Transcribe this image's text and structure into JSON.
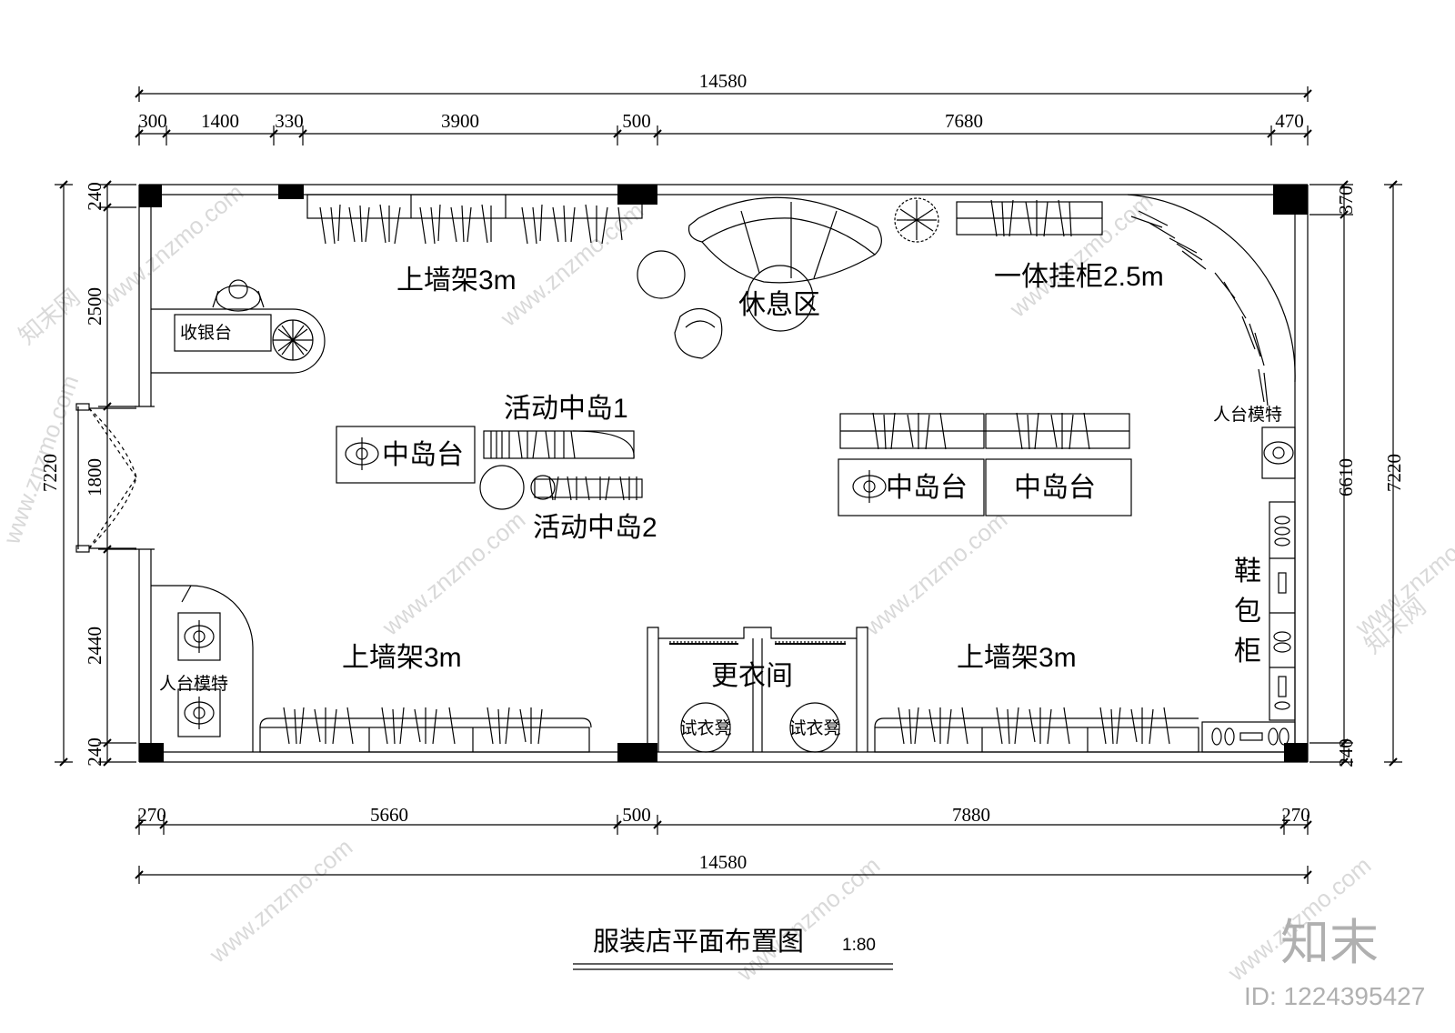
{
  "drawing": {
    "title": "服装店平面布置图",
    "scale": "1:80"
  },
  "dimensions": {
    "top_total": "14580",
    "top_segments": [
      "300",
      "1400",
      "330",
      "3900",
      "500",
      "7680",
      "470"
    ],
    "bottom_segments": [
      "270",
      "5660",
      "500",
      "7880",
      "270"
    ],
    "bottom_total": "14580",
    "left_total": "7220",
    "left_segments": [
      "240",
      "2500",
      "1800",
      "2440",
      "240"
    ],
    "right_segments": [
      "370",
      "6610",
      "240"
    ],
    "right_total": "7220"
  },
  "labels": {
    "wall_rack_top": "上墙架3m",
    "cashier": "收银台",
    "lounge": "休息区",
    "wardrobe": "一体挂柜2.5m",
    "mobile_island_1": "活动中岛1",
    "mobile_island_2": "活动中岛2",
    "island_left": "中岛台",
    "island_right_a": "中岛台",
    "island_right_b": "中岛台",
    "mannequin_right": "人台模特",
    "mannequin_left": "人台模特",
    "shoe_bag_cabinet": "鞋包柜",
    "wall_rack_bottom_left": "上墙架3m",
    "wall_rack_bottom_right": "上墙架3m",
    "fitting_room": "更衣间",
    "fitting_stool_1": "试衣凳",
    "fitting_stool_2": "试衣凳"
  },
  "watermark": {
    "site": "www.znzmo.com",
    "brand": "知末网",
    "logo": "知末",
    "id": "ID: 1224395427"
  }
}
